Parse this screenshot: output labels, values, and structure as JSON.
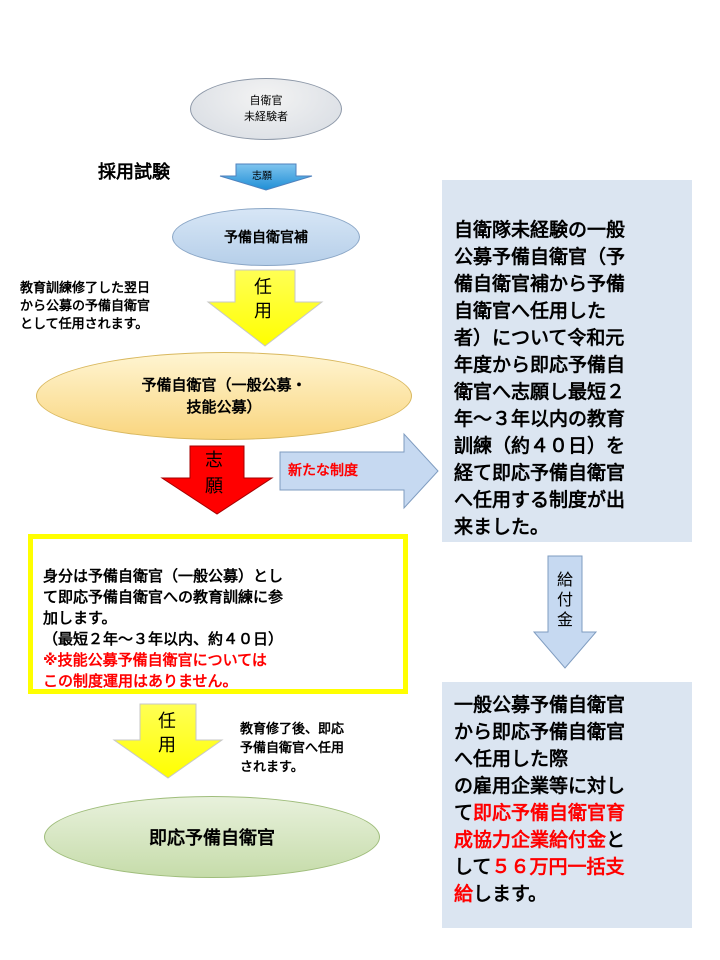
{
  "nodes": {
    "no_experience": "自衛官\n未経験者",
    "candidate": "予備自衛官補",
    "reserve_general": "予備自衛官（一般公募・\n技能公募）",
    "ready_reserve": "即応予備自衛官"
  },
  "labels": {
    "recruit_exam": "採用試験",
    "apply_small": "志願",
    "appoint_1": "任\n用",
    "training_done_note": "教育訓練修了した翌日\nから公募の予備自衛官\nとして任用されます。",
    "apply_big": "志\n願",
    "new_system": "新たな制度",
    "appoint_2": "任\n用",
    "after_training_note": "教育修了後、即応\n予備自衛官へ任用\nされます。",
    "benefit": "給\n付\n金"
  },
  "yellow_box": {
    "text": "身分は予備自衛官（一般公募）とし\nて即応予備自衛官への教育訓練に参\n加します。\n（最短２年～３年以内、約４０日）",
    "note": "※技能公募予備自衛官については\nこの制度運用はありません。"
  },
  "info_box_1": {
    "text": "自衛隊未経験の一般\n公募予備自衛官（予\n備自衛官補から予備\n自衛官へ任用した\n者）について令和元\n年度から即応予備自\n衛官へ志願し最短２\n年～３年以内の教育\n訓練（約４０日）を\n経て即応予備自衛官\nへ任用する制度が出\n来ました。"
  },
  "info_box_2": {
    "part1": "一般公募予備自衛官\nから即応予備自衛官\nへ任用した際\nの雇用企業等に対し\nて",
    "part2_red": "即応予備自衛官育\n成協力企業給付金",
    "part3": "と\nして",
    "part4_red": "５６万円一括支\n給",
    "part5": "します。"
  },
  "colors": {
    "yellow_arrow": "#ffff00",
    "red_arrow": "#ff0000",
    "blue_arrow": "#c6d9f1",
    "accent_red": "#ff0000",
    "box_blue": "#dbe5f1"
  }
}
